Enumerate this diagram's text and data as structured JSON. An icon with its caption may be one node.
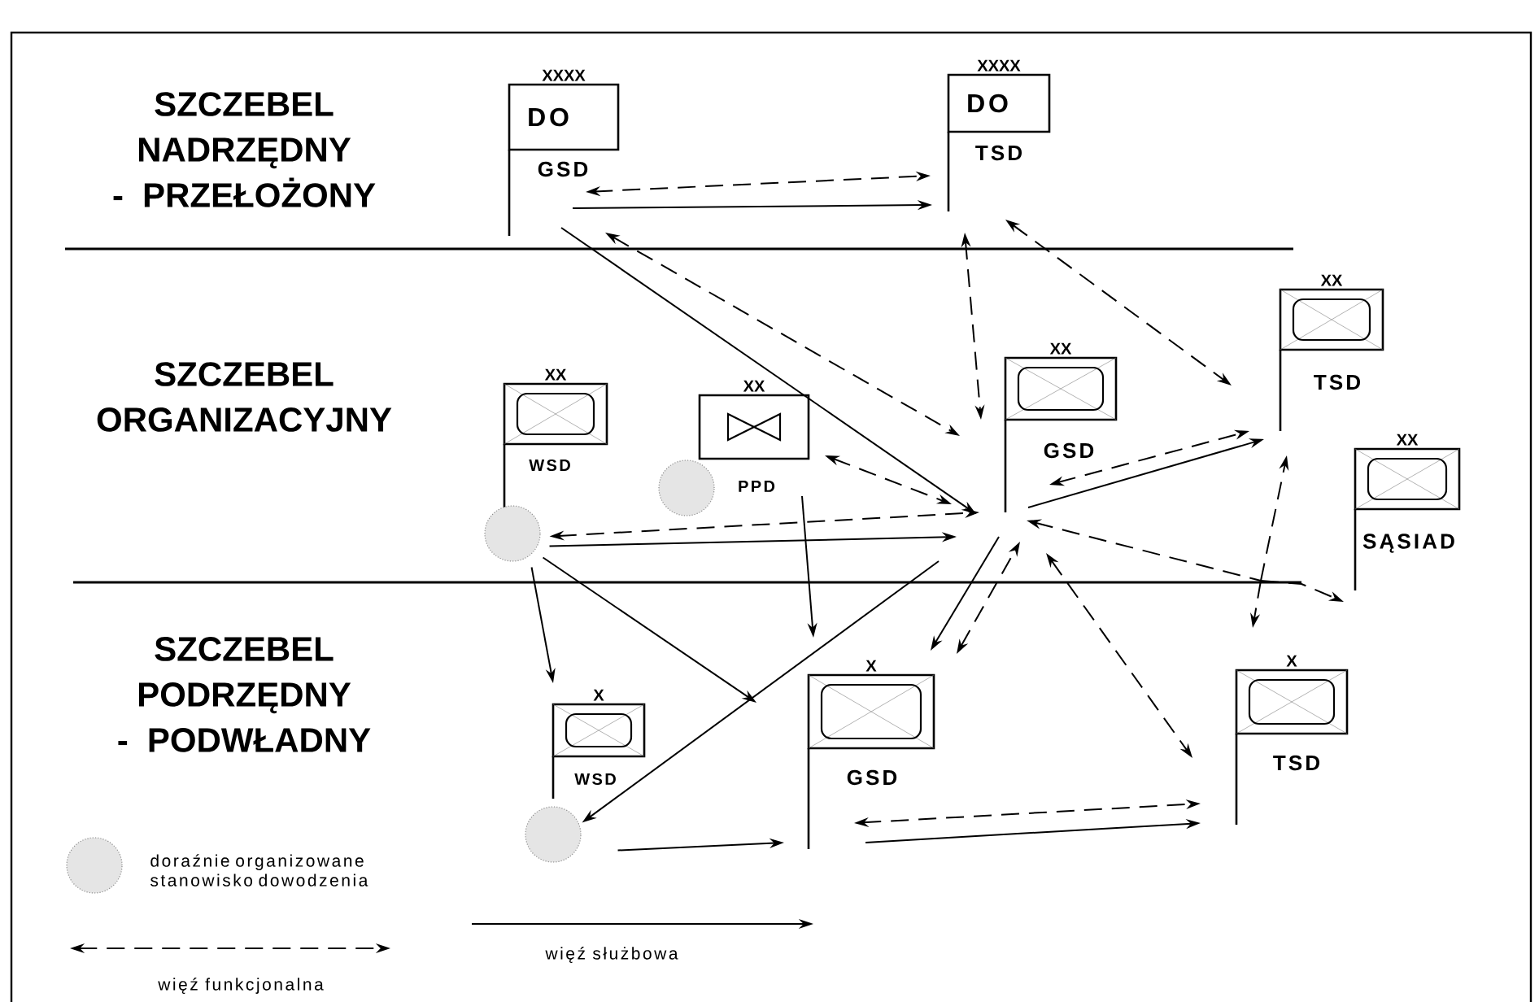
{
  "diagram": {
    "nodes": [
      {
        "text": [
          "XXXX",
          "DO",
          "GSD"
        ]
      },
      {
        "text": [
          "XXXX",
          "DO",
          "TSD"
        ]
      },
      {
        "text": [
          "XX",
          "TSD"
        ]
      },
      {
        "text": [
          "XX",
          "WSD"
        ]
      },
      {
        "text": [
          "XX",
          "PPD"
        ]
      },
      {
        "text": [
          "XX",
          "GSD"
        ]
      },
      {
        "text": [
          "XX",
          "SĄSIAD"
        ]
      },
      {
        "text": [
          "X",
          "WSD"
        ]
      },
      {
        "text": [
          "X",
          "GSD"
        ]
      },
      {
        "text": [
          "X",
          "TSD"
        ]
      },
      {
        "text": [],
        "shape": "circle"
      },
      {
        "text": [],
        "shape": "circle"
      },
      {
        "text": [],
        "shape": "circle"
      }
    ],
    "edges": [
      {
        "from": 0,
        "to": 1,
        "arrow": "both",
        "style": "dashed"
      },
      {
        "from": 0,
        "to": 1,
        "arrow": "to"
      },
      {
        "from": 0,
        "to": 5,
        "arrow": "to"
      },
      {
        "from": 0,
        "to": 5,
        "arrow": "both",
        "style": "dashed"
      },
      {
        "from": 1,
        "to": 5,
        "arrow": "both",
        "style": "dashed"
      },
      {
        "from": 1,
        "to": 2,
        "arrow": "both",
        "style": "dashed"
      },
      {
        "from": 5,
        "to": 2,
        "arrow": "both",
        "style": "dashed"
      },
      {
        "from": 5,
        "to": 2,
        "arrow": "to"
      },
      {
        "from": 4,
        "to": 5,
        "arrow": "both",
        "style": "dashed"
      },
      {
        "from": 10,
        "to": 5,
        "arrow": "both",
        "style": "dashed"
      },
      {
        "from": 10,
        "to": 5,
        "arrow": "to"
      },
      {
        "from": 5,
        "to": 2,
        "arrow": "both",
        "style": "dashed"
      },
      {
        "from": 5,
        "to": 9,
        "arrow": "both",
        "style": "dashed"
      },
      {
        "from": 5,
        "to": 6,
        "arrow": "both",
        "style": "dashed"
      },
      {
        "from": 4,
        "to": 8,
        "arrow": "to"
      },
      {
        "from": 10,
        "to": 7,
        "arrow": "to"
      },
      {
        "from": 10,
        "to": 8,
        "arrow": "to"
      },
      {
        "from": 5,
        "to": 12,
        "arrow": "to"
      },
      {
        "from": 12,
        "to": 8,
        "arrow": "to"
      },
      {
        "from": 5,
        "to": 8,
        "arrow": "to"
      },
      {
        "from": 8,
        "to": 5,
        "arrow": "both",
        "style": "dashed"
      },
      {
        "from": 5,
        "to": 9,
        "arrow": "both",
        "style": "dashed"
      },
      {
        "from": 8,
        "to": 9,
        "arrow": "both",
        "style": "dashed"
      },
      {
        "from": 8,
        "to": 9,
        "arrow": "to"
      }
    ],
    "labels": [
      "SZCZEBEL NADRZĘDNY - PRZEŁOŻONY",
      "SZCZEBEL ORGANIZACYJNY",
      "SZCZEBEL PODRZĘDNY - PODWŁADNY"
    ],
    "legend": [
      {
        "text": "doraźnie organizowane stanowisko dowodzenia"
      },
      {
        "text": "więź funkcjonalna"
      },
      {
        "text": "więź służbowa"
      }
    ]
  }
}
